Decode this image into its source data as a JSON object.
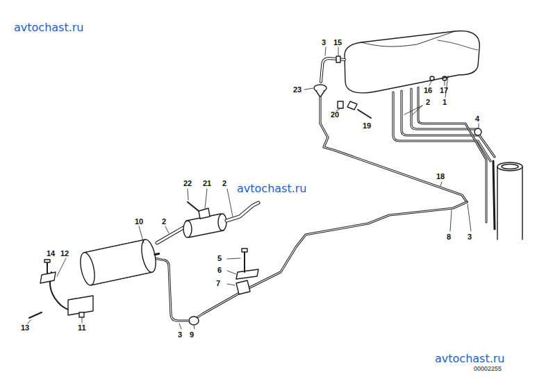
{
  "diagram": {
    "labels": [
      "avtochast.ru",
      "3",
      "15",
      "23",
      "16",
      "17",
      "2",
      "1",
      "20",
      "4",
      "19",
      "18",
      "22",
      "21",
      "2",
      "avtochast.ru",
      "10",
      "2",
      "8",
      "3",
      "14",
      "12",
      "5",
      "6",
      "7",
      "13",
      "11",
      "3",
      "9",
      "avtochast.ru",
      "00002255"
    ]
  }
}
